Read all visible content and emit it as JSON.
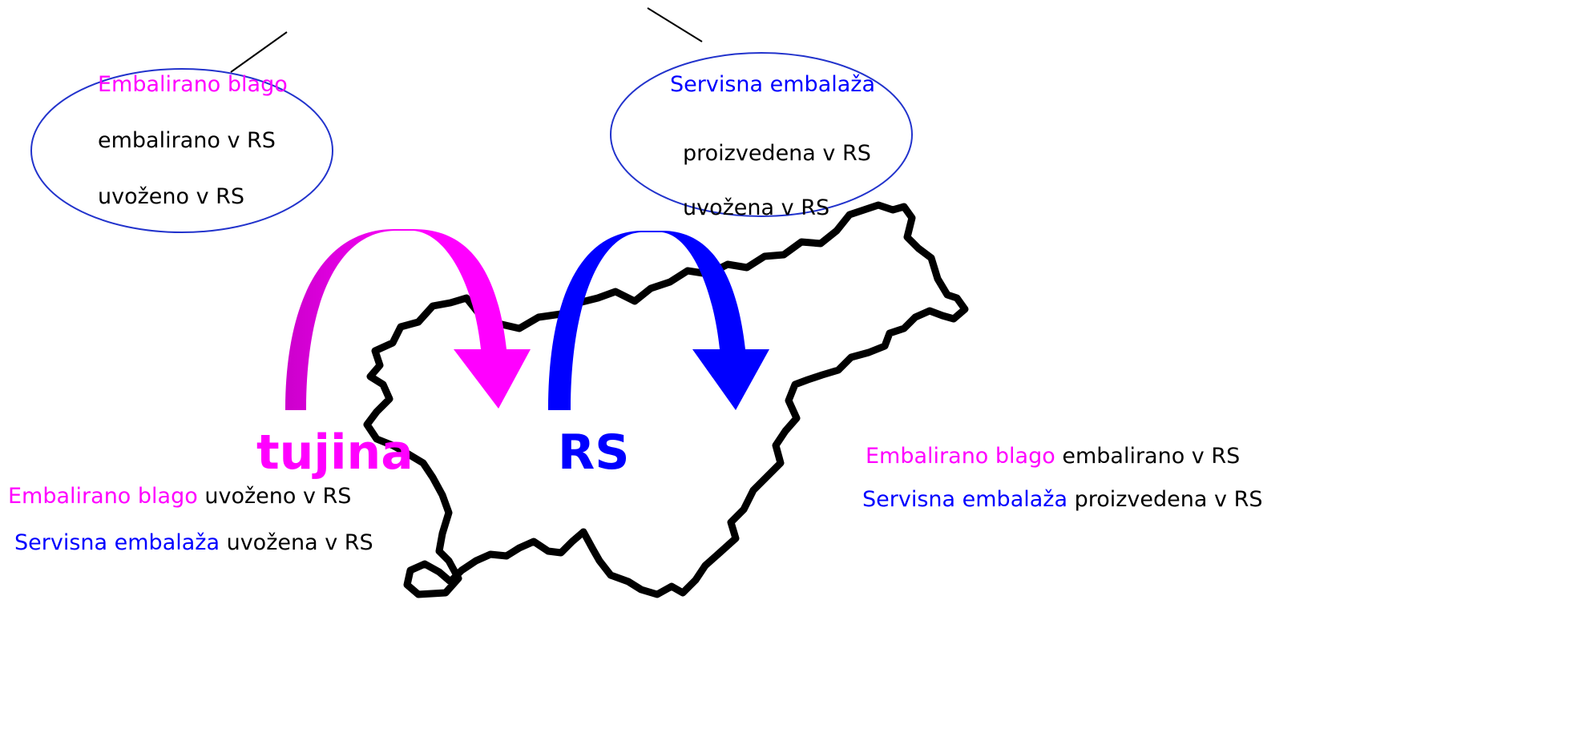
{
  "colors": {
    "magenta": "#ff00ff",
    "magenta_dark": "#cc00cc",
    "blue": "#0000ff",
    "outline": "#000000",
    "ellipse_stroke": "#2233cc"
  },
  "bubbles": {
    "left": {
      "title": "Embalirano blago",
      "line1": "embalirano v RS",
      "line2": "uvoženo v RS"
    },
    "right": {
      "title": "Servisna embalaža",
      "line1": "proizvedena v RS",
      "line2": "uvožena v RS"
    }
  },
  "labels": {
    "foreign": "tujina",
    "domestic": "RS"
  },
  "bottom_left": {
    "row1": {
      "term": "Embalirano blago",
      "rest": " uvoženo v RS"
    },
    "row2": {
      "term": "Servisna embalaža",
      "rest": " uvožena v RS"
    }
  },
  "bottom_right": {
    "row1": {
      "term": "Embalirano blago",
      "rest": " embalirano v RS"
    },
    "row2": {
      "term": "Servisna embalaža",
      "rest": " proizvedena v RS"
    }
  },
  "icons": {
    "map": "slovenia-map-outline",
    "arrow_left": "curved-arrow-magenta",
    "arrow_right": "curved-arrow-blue"
  }
}
